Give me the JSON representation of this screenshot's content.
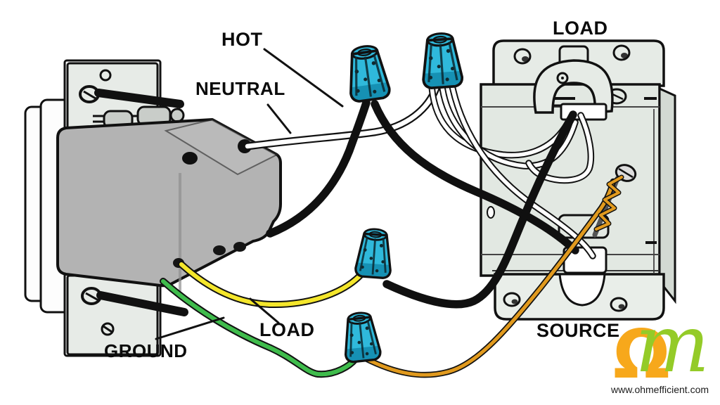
{
  "diagram": {
    "labels": {
      "hot": "HOT",
      "neutral": "NEUTRAL",
      "load_top": "LOAD",
      "load_bottom": "LOAD",
      "ground": "GROUND",
      "source": "SOURCE"
    },
    "branding": {
      "omega_glyph": "Ω",
      "m_glyph": "m",
      "website": "www.ohmefficient.com",
      "omega_color": "#F7A81B",
      "m_color": "#94CB28"
    },
    "colors": {
      "hot_wire": "#101010",
      "neutral_wire": "#ffffff",
      "load_wire": "#F4E62B",
      "ground_wire": "#3FBC4C",
      "source_ground_wire": "#E19A1E",
      "wire_nut": "#2FB9DB",
      "wire_nut_band": "#1691B4"
    }
  }
}
